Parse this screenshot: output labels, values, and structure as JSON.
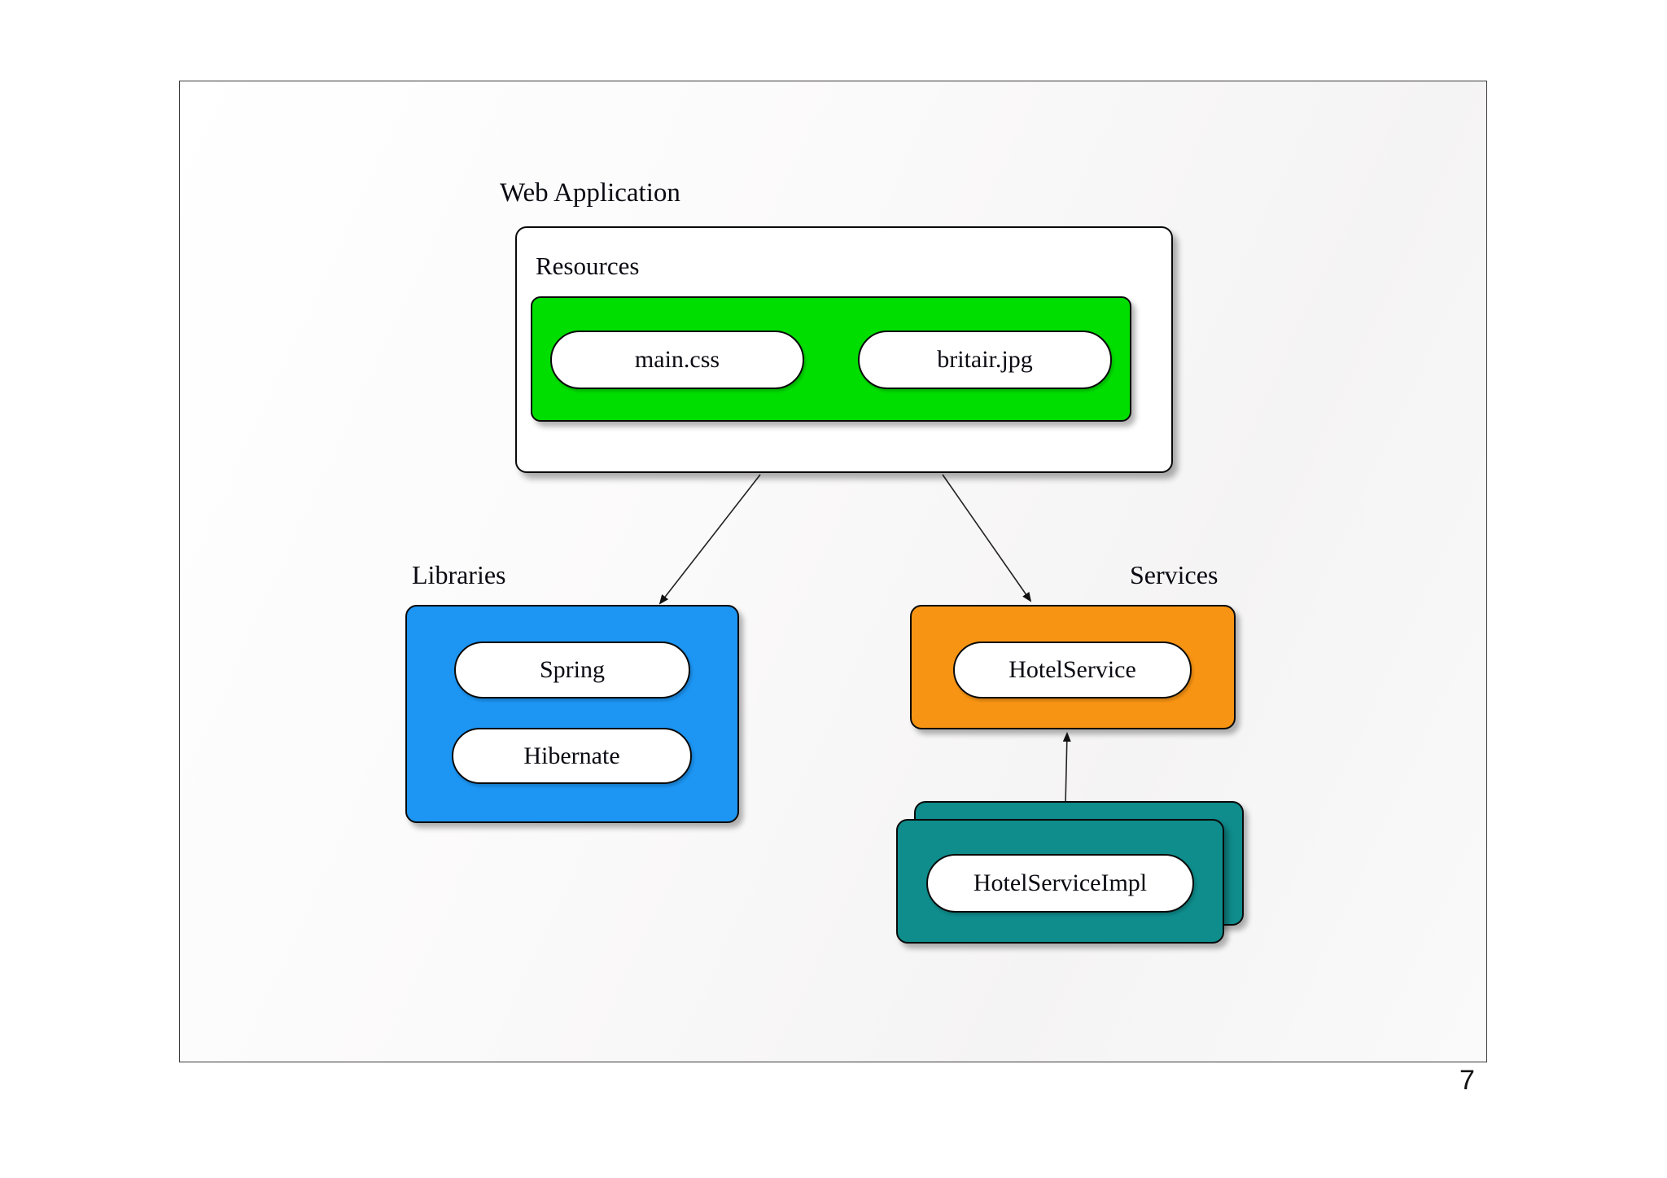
{
  "page": {
    "number": "7"
  },
  "colors": {
    "resources_fill": "#00DE00",
    "libraries_fill": "#1C95F3",
    "services_fill": "#F89413",
    "impl_fill": "#0F8C8C"
  },
  "diagram": {
    "web_application": {
      "title": "Web Application",
      "resources": {
        "label": "Resources",
        "items": [
          {
            "label": "main.css"
          },
          {
            "label": "britair.jpg"
          }
        ]
      }
    },
    "libraries": {
      "title": "Libraries",
      "items": [
        {
          "label": "Spring"
        },
        {
          "label": "Hibernate"
        }
      ]
    },
    "services": {
      "title": "Services",
      "items": [
        {
          "label": "HotelService"
        }
      ]
    },
    "implementation": {
      "items": [
        {
          "label": "HotelServiceImpl"
        }
      ]
    }
  }
}
